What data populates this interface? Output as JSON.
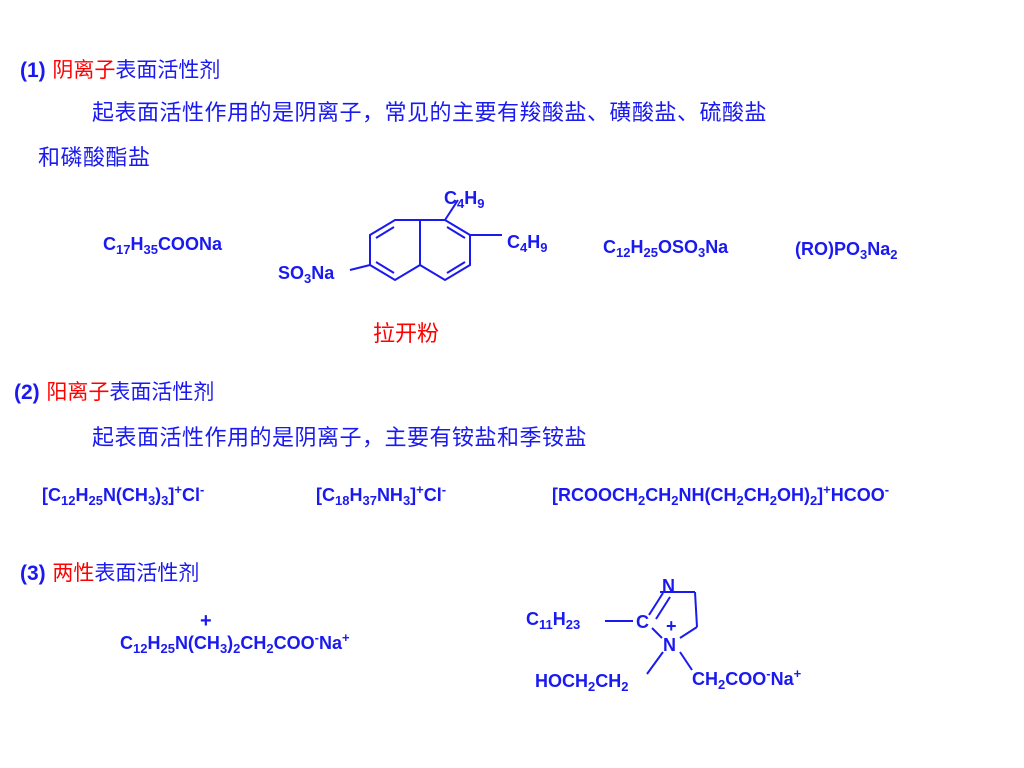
{
  "section1": {
    "num": "(1)",
    "red": "阴离子",
    "rest": "表面活性剂",
    "desc_line1": "起表面活性作用的是阴离子，常见的主要有羧酸盐、磺酸盐、硫酸盐",
    "desc_line2": "和磷酸酯盐",
    "formulas": [
      [
        {
          "t": "C"
        },
        {
          "s": "17"
        },
        {
          "t": "H"
        },
        {
          "s": "35"
        },
        {
          "t": "COONa"
        }
      ],
      [
        {
          "t": "C"
        },
        {
          "s": "12"
        },
        {
          "t": "H"
        },
        {
          "s": "25"
        },
        {
          "t": "OSO"
        },
        {
          "s": "3"
        },
        {
          "t": "Na"
        }
      ],
      [
        {
          "t": "(RO)PO"
        },
        {
          "s": "3"
        },
        {
          "t": "Na"
        },
        {
          "s": "2"
        }
      ]
    ],
    "naphthalene": {
      "top_sub": [
        {
          "t": "C"
        },
        {
          "s": "4"
        },
        {
          "t": "H"
        },
        {
          "s": "9"
        }
      ],
      "right_sub": [
        {
          "t": "C"
        },
        {
          "s": "4"
        },
        {
          "t": "H"
        },
        {
          "s": "9"
        }
      ],
      "left_sub": [
        {
          "t": "SO"
        },
        {
          "s": "3"
        },
        {
          "t": "Na"
        }
      ]
    },
    "name_label": "拉开粉"
  },
  "section2": {
    "num": "(2)",
    "red": "阳离子",
    "rest": "表面活性剂",
    "desc": "起表面活性作用的是阴离子，主要有铵盐和季铵盐",
    "formulas": [
      [
        {
          "t": "[C"
        },
        {
          "s": "12"
        },
        {
          "t": "H"
        },
        {
          "s": "25"
        },
        {
          "t": "N(CH"
        },
        {
          "s": "3"
        },
        {
          "t": ")"
        },
        {
          "s": "3"
        },
        {
          "t": "]"
        },
        {
          "p": "+"
        },
        {
          "t": "Cl"
        },
        {
          "p": "-"
        }
      ],
      [
        {
          "t": "[C"
        },
        {
          "s": "18"
        },
        {
          "t": "H"
        },
        {
          "s": "37"
        },
        {
          "t": "NH"
        },
        {
          "s": "3"
        },
        {
          "t": "]"
        },
        {
          "p": "+"
        },
        {
          "t": "Cl"
        },
        {
          "p": "-"
        }
      ],
      [
        {
          "t": "[RCOOCH"
        },
        {
          "s": "2"
        },
        {
          "t": "CH"
        },
        {
          "s": "2"
        },
        {
          "t": "NH(CH"
        },
        {
          "s": "2"
        },
        {
          "t": "CH"
        },
        {
          "s": "2"
        },
        {
          "t": "OH)"
        },
        {
          "s": "2"
        },
        {
          "t": "]"
        },
        {
          "p": "+"
        },
        {
          "t": "HCOO"
        },
        {
          "p": "-"
        }
      ]
    ]
  },
  "section3": {
    "num": "(3)",
    "red": "两性",
    "rest": "表面活性剂",
    "betaine": [
      {
        "t": "C"
      },
      {
        "s": "12"
      },
      {
        "t": "H"
      },
      {
        "s": "25"
      },
      {
        "t": "N(CH"
      },
      {
        "s": "3"
      },
      {
        "t": ")"
      },
      {
        "s": "2"
      },
      {
        "t": "CH"
      },
      {
        "s": "2"
      },
      {
        "t": "COO"
      },
      {
        "p": "-"
      },
      {
        "t": "Na"
      },
      {
        "p": "+"
      }
    ],
    "betaine_charge": "+",
    "imidazoline": {
      "n_top": "N",
      "c_center": "C",
      "n_bottom": "N",
      "charge": "+",
      "alkyl": [
        {
          "t": "C"
        },
        {
          "s": "11"
        },
        {
          "t": "H"
        },
        {
          "s": "23"
        }
      ],
      "hydroxyethyl": [
        {
          "t": "HOCH"
        },
        {
          "s": "2"
        },
        {
          "t": "CH"
        },
        {
          "s": "2"
        }
      ],
      "carboxymethyl": [
        {
          "t": "CH"
        },
        {
          "s": "2"
        },
        {
          "t": "COO"
        },
        {
          "p": "-"
        },
        {
          "t": "Na"
        },
        {
          "p": "+"
        }
      ]
    }
  },
  "colors": {
    "text": "#1a1af0",
    "accent": "#ff0000",
    "bond": "#1a1af0"
  }
}
